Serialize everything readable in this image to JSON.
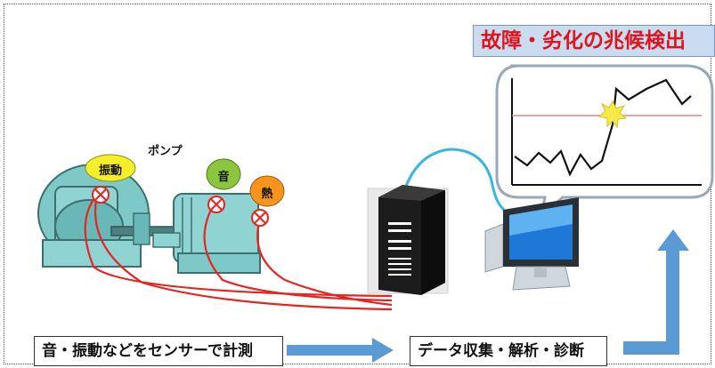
{
  "title": "故障・劣化の兆候検出",
  "pump_label": "ポンプ",
  "sensors": [
    {
      "label": "振動",
      "color": "#f5ee2a"
    },
    {
      "label": "音",
      "color": "#8cc63f"
    },
    {
      "label": "熱",
      "color": "#f7941d"
    }
  ],
  "captions": {
    "measure": "音・振動などをセンサーで計測",
    "collect": "データ収集・解析・診断"
  },
  "colors": {
    "title_text": "#e0141e",
    "title_box": "#c9dcf0",
    "arrow": "#5b9bd5",
    "sensor_wire": "#e52521",
    "network_cable": "#39b4e6",
    "machine": "#7fc8c8",
    "threshold_line": "#f08080"
  },
  "icons": [
    "sensor-x-icon",
    "server-icon",
    "monitor-icon",
    "anomaly-burst-icon"
  ]
}
